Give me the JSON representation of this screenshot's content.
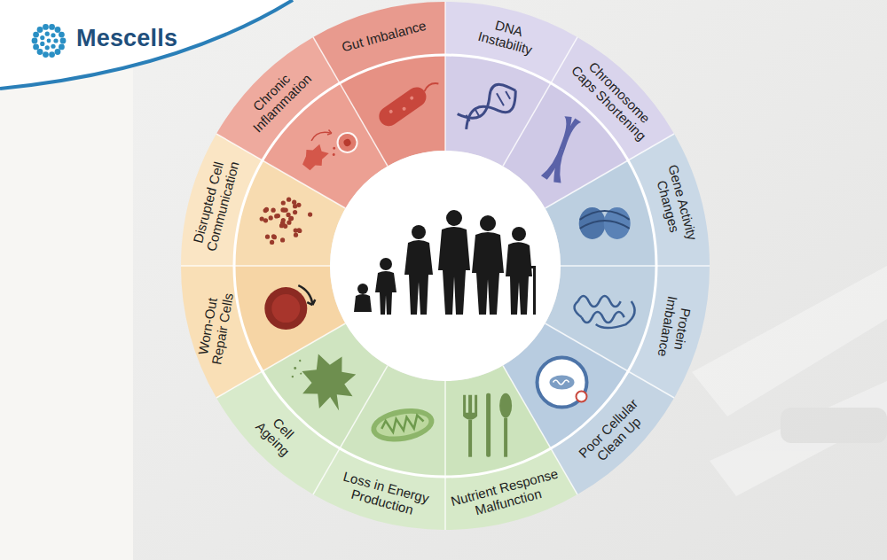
{
  "diagram": {
    "nodes": [
      {
        "text": [
          "Gut Imbalance"
        ]
      },
      {
        "text": [
          "DNA Instability"
        ]
      },
      {
        "text": [
          "Chromosome Caps Shortening"
        ]
      },
      {
        "text": [
          "Gene Activity Changes"
        ]
      },
      {
        "text": [
          "Protein Imbalance"
        ]
      },
      {
        "text": [
          "Poor Cellular Clean Up"
        ]
      },
      {
        "text": [
          "Nutrient Response Malfunction"
        ]
      },
      {
        "text": [
          "Loss in Energy Production"
        ]
      },
      {
        "text": [
          "Cell Ageing"
        ]
      },
      {
        "text": [
          "Worn-Out Repair Cells"
        ]
      },
      {
        "text": [
          "Disrupted Cell Communication"
        ]
      },
      {
        "text": [
          "Chronic Inflammation"
        ]
      }
    ],
    "labels": [
      "Mescells"
    ]
  }
}
